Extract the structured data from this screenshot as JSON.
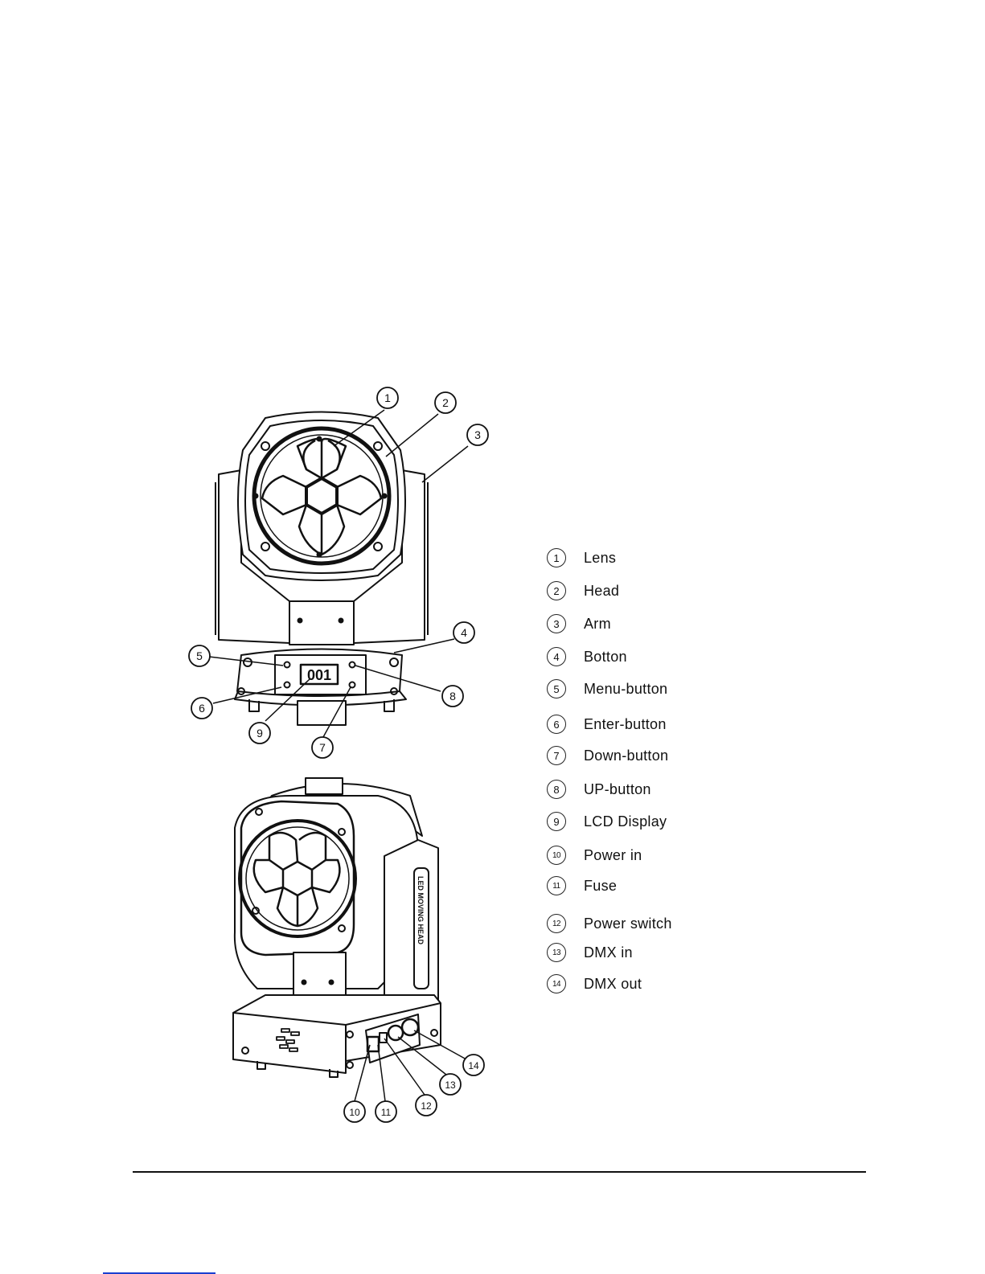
{
  "diagram": {
    "lcd_value": "001",
    "callouts": [
      "1",
      "2",
      "3",
      "4",
      "5",
      "6",
      "7",
      "8",
      "9",
      "10",
      "11",
      "12",
      "13",
      "14"
    ],
    "side_label": "LED MOVING HEAD"
  },
  "legend": {
    "items": [
      {
        "num": "1",
        "label": "Lens"
      },
      {
        "num": "2",
        "label": "Head"
      },
      {
        "num": "3",
        "label": "Arm"
      },
      {
        "num": "4",
        "label": "Botton"
      },
      {
        "num": "5",
        "label": "Menu-button"
      },
      {
        "num": "6",
        "label": "Enter-button"
      },
      {
        "num": "7",
        "label": "Down-button"
      },
      {
        "num": "8",
        "label": "UP-button"
      },
      {
        "num": "9",
        "label": "LCD Display"
      },
      {
        "num": "10",
        "label": "Power in"
      },
      {
        "num": "11",
        "label": "Fuse"
      },
      {
        "num": "12",
        "label": "Power switch"
      },
      {
        "num": "13",
        "label": "DMX in"
      },
      {
        "num": "14",
        "label": "DMX out"
      }
    ]
  }
}
